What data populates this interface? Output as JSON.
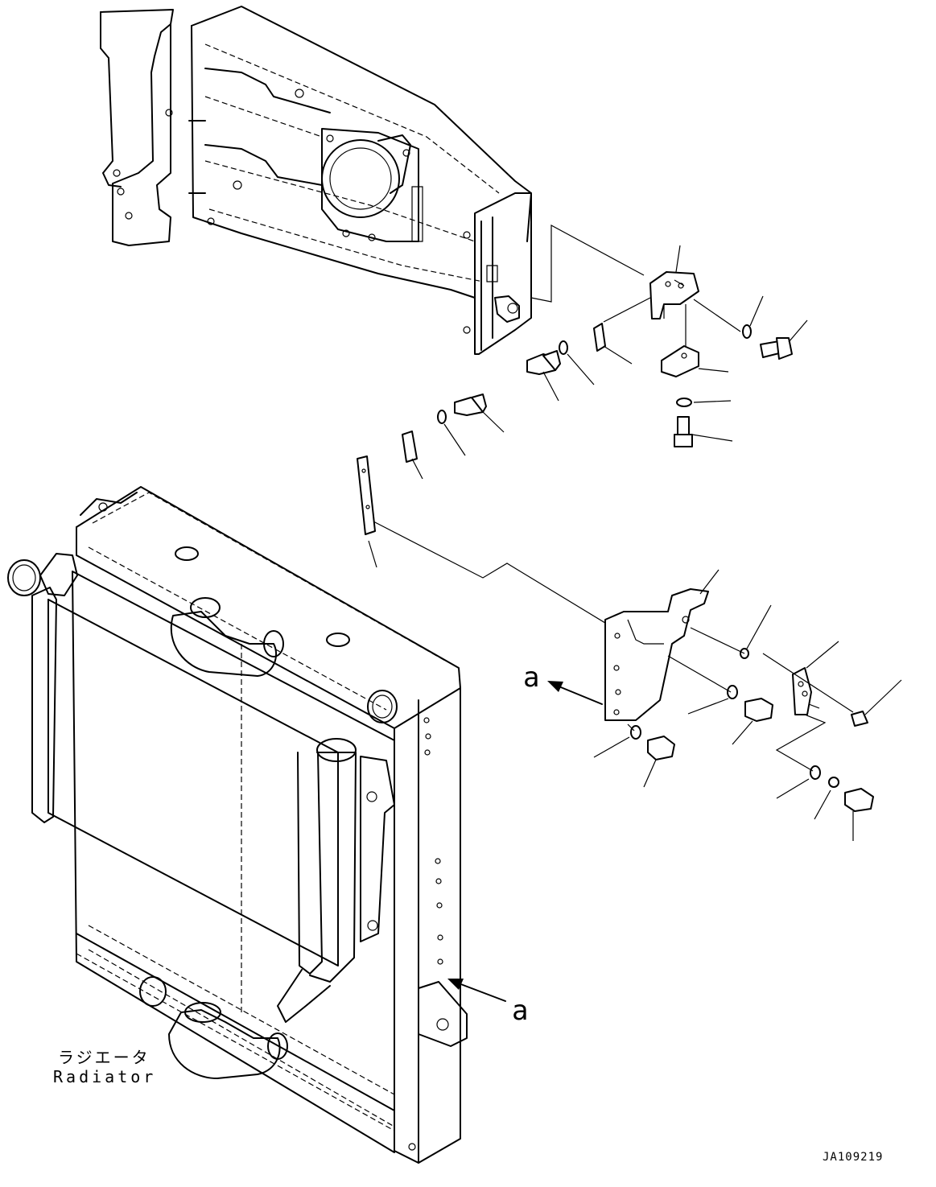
{
  "labels": {
    "callout_a_top": "a",
    "callout_a_bottom": "a",
    "caption_jp": "ラジエータ",
    "caption_en": "Radiator",
    "drawing_code": "JA109219"
  }
}
